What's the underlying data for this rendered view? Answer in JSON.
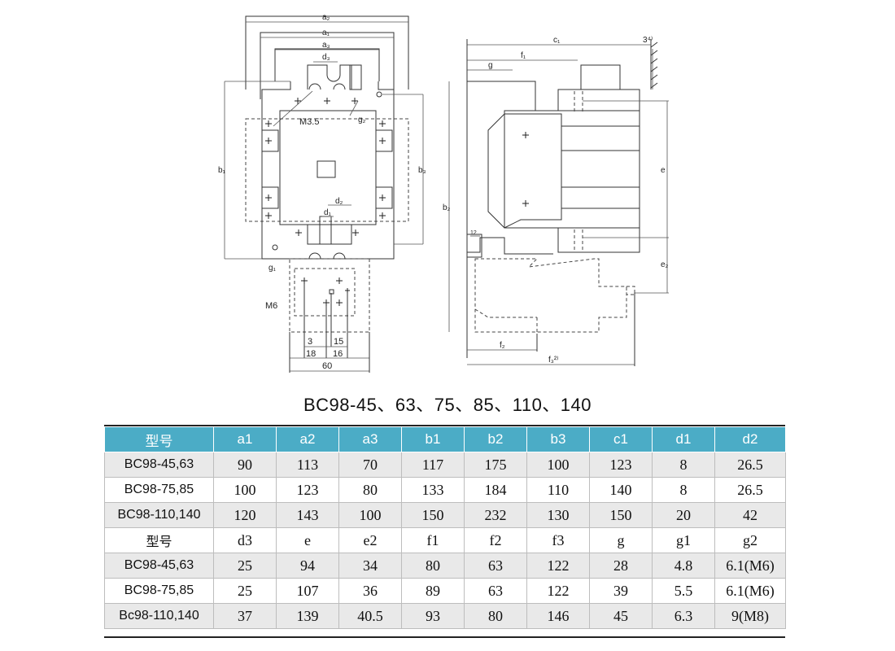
{
  "drawing": {
    "labels": {
      "a2": "a₂",
      "a1": "a₁",
      "a3": "a₃",
      "d3": "d₃",
      "m35": "M3.5",
      "g2": "g₂",
      "b1": "b₁",
      "b3": "b₃",
      "d2": "d₂",
      "d1": "d₁",
      "g1": "g₁",
      "m6": "M6",
      "dim3": "3",
      "dim15": "15",
      "dim18": "18",
      "dim16": "16",
      "dim60": "60",
      "c1": "c₁",
      "n3": "3⁴⁾",
      "f1": "f₁",
      "g": "g",
      "b2": "b₂",
      "e": "e",
      "n12": "12",
      "e2": "e₂",
      "f2": "f₂",
      "f3": "f₃²⁾"
    }
  },
  "title": "BC98-45、63、75、85、110、140",
  "table": {
    "header": [
      "型号",
      "a1",
      "a2",
      "a3",
      "b1",
      "b2",
      "b3",
      "c1",
      "d1",
      "d2"
    ],
    "rows_top": [
      [
        "BC98-45,63",
        "90",
        "113",
        "70",
        "117",
        "175",
        "100",
        "123",
        "8",
        "26.5"
      ],
      [
        "BC98-75,85",
        "100",
        "123",
        "80",
        "133",
        "184",
        "110",
        "140",
        "8",
        "26.5"
      ],
      [
        "BC98-110,140",
        "120",
        "143",
        "100",
        "150",
        "232",
        "130",
        "150",
        "20",
        "42"
      ]
    ],
    "subheader": [
      "型号",
      "d3",
      "e",
      "e2",
      "f1",
      "f2",
      "f3",
      "g",
      "g1",
      "g2"
    ],
    "rows_bottom": [
      [
        "BC98-45,63",
        "25",
        "94",
        "34",
        "80",
        "63",
        "122",
        "28",
        "4.8",
        "6.1(M6)"
      ],
      [
        "BC98-75,85",
        "25",
        "107",
        "36",
        "89",
        "63",
        "122",
        "39",
        "5.5",
        "6.1(M6)"
      ],
      [
        "Bc98-110,140",
        "37",
        "139",
        "40.5",
        "93",
        "80",
        "146",
        "45",
        "6.3",
        "9(M8)"
      ]
    ]
  },
  "colors": {
    "header_bg": "#4bacc6",
    "header_text": "#ffffff",
    "odd_row": "#e9e9e9",
    "even_row": "#ffffff"
  }
}
